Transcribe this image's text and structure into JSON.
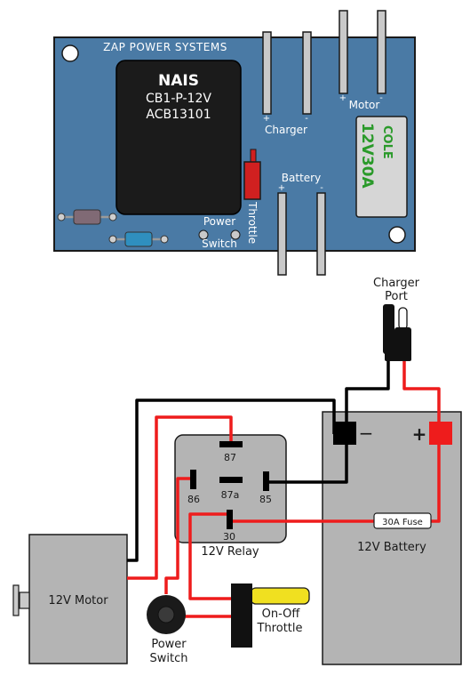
{
  "board": {
    "title": "ZAP POWER SYSTEMS",
    "relay_brand": "NAIS",
    "relay_model": "CB1-P-12V",
    "relay_code": "ACB13101",
    "charger_label": "Charger",
    "motor_label": "Motor",
    "battery_label": "Battery",
    "plus": "+",
    "minus": "-",
    "throttle_label": "Throttle",
    "power_label": "Power",
    "switch_label": "Switch",
    "cap_brand": "COLE",
    "cap_rating": "12V30A"
  },
  "wiring": {
    "charger_port_line1": "Charger",
    "charger_port_line2": "Port",
    "battery_label": "12V Battery",
    "battery_plus": "+",
    "battery_minus": "−",
    "fuse_label": "30A Fuse",
    "relay_label": "12V Relay",
    "pin_87": "87",
    "pin_87a": "87a",
    "pin_86": "86",
    "pin_85": "85",
    "pin_30": "30",
    "motor_label": "12V Motor",
    "power_switch_line1": "Power",
    "power_switch_line2": "Switch",
    "throttle_line1": "On-Off",
    "throttle_line2": "Throttle"
  },
  "colors": {
    "board": "#4a7aa5",
    "wire_positive": "#ee1c1c",
    "wire_negative": "#000000",
    "cap_text": "#2a9a2a",
    "throttle_handle": "#f0e020"
  }
}
